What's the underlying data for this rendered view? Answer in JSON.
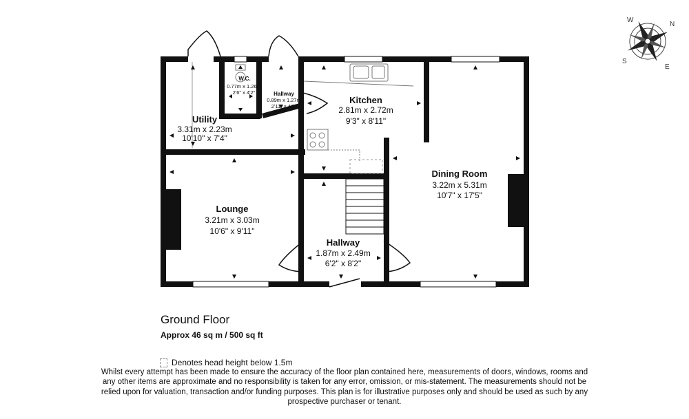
{
  "rooms": {
    "utility": {
      "name": "Utility",
      "metric": "3.31m x 2.23m",
      "imperial": "10'10\" x 7'4\""
    },
    "wc": {
      "name": "W.C.",
      "metric": "0.77m x 1.26m",
      "imperial": "2'6\" x 4'2\""
    },
    "hallway_small": {
      "name": "Hallway",
      "metric": "0.89m x 1.27m",
      "imperial": "2'11\" x 4'2\""
    },
    "kitchen": {
      "name": "Kitchen",
      "metric": "2.81m x 2.72m",
      "imperial": "9'3\" x 8'11\""
    },
    "dining": {
      "name": "Dining Room",
      "metric": "3.22m x 5.31m",
      "imperial": "10'7\" x 17'5\""
    },
    "lounge": {
      "name": "Lounge",
      "metric": "3.21m x 3.03m",
      "imperial": "10'6\" x 9'11\""
    },
    "hallway": {
      "name": "Hallway",
      "metric": "1.87m x 2.49m",
      "imperial": "6'2\" x 8'2\""
    }
  },
  "compass": {
    "n": "N",
    "s": "S",
    "e": "E",
    "w": "W"
  },
  "floor": {
    "title": "Ground Floor",
    "area": "Approx 46 sq m / 500 sq ft"
  },
  "legend": {
    "label": "Denotes head height below 1.5m"
  },
  "disclaimer": "Whilst every attempt has been made to ensure the accuracy of the floor plan contained here, measurements of doors, windows, rooms and any other items are approximate and no responsibility is taken for any error, omission, or mis-statement. The measurements should not be relied upon for valuation, transaction and/or funding purposes. This plan is for illustrative purposes only and should be used as such by any prospective purchaser or tenant."
}
